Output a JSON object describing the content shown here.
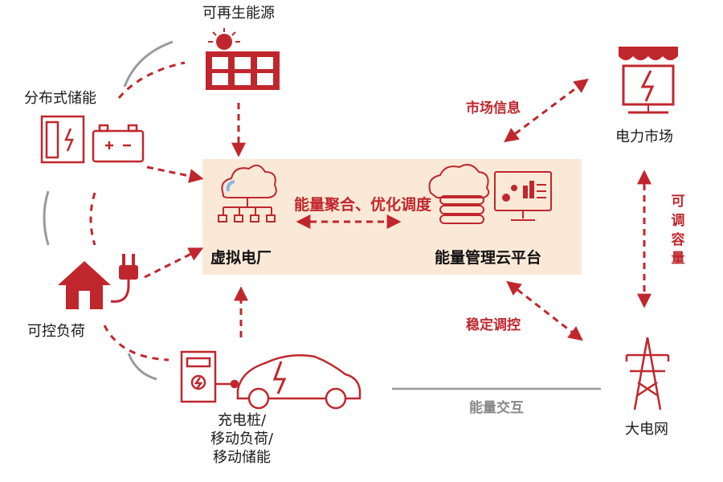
{
  "nodes": {
    "renewable": "可再生能源",
    "storage": "分布式储能",
    "load": "可控负荷",
    "ev": [
      "充电桩/",
      "移动负荷/",
      "移动储能"
    ],
    "market": "电力市场",
    "grid": "大电网",
    "vpp": "虚拟电厂",
    "cloud": "能量管理云平台"
  },
  "links": {
    "aggregation": "能量聚合、优化调度",
    "market_info": "市场信息",
    "capacity": [
      "可",
      "调",
      "容",
      "量"
    ],
    "stability": "稳定调控",
    "interaction": "能量交互"
  },
  "colors": {
    "accent": "#c0272d",
    "box": "#fbe9d7",
    "gray": "#9a9a9a"
  }
}
